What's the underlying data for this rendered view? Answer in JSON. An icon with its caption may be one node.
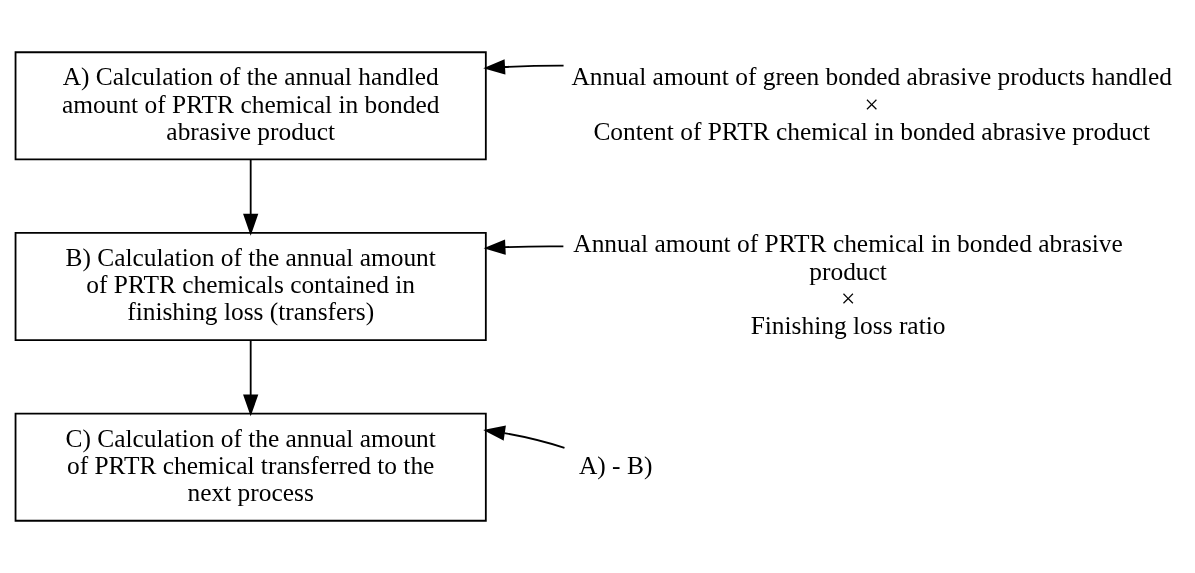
{
  "diagram": {
    "nodes": [
      {
        "text": [
          "A) Calculation of the annual handled amount of PRTR chemical in bonded abrasive product"
        ]
      },
      {
        "text": [
          "B) Calculation of the annual amount of PRTR chemicals contained in finishing loss (transfers)"
        ]
      },
      {
        "text": [
          "C) Calculation of the annual amount of PRTR chemical transferred to the next process"
        ]
      },
      {
        "text": [
          "Annual amount of green bonded abrasive products handled",
          "×",
          "Content of PRTR chemical in bonded abrasive product"
        ]
      },
      {
        "text": [
          "Annual amount of PRTR chemical in bonded abrasive product",
          "×",
          "Finishing loss ratio"
        ]
      },
      {
        "text": [
          "A) - B)"
        ]
      }
    ],
    "edges": [
      {
        "from": 3,
        "to": 0,
        "arrow": "to"
      },
      {
        "from": 0,
        "to": 1,
        "arrow": "to"
      },
      {
        "from": 4,
        "to": 1,
        "arrow": "to"
      },
      {
        "from": 1,
        "to": 2,
        "arrow": "to"
      },
      {
        "from": 5,
        "to": 2,
        "arrow": "to"
      }
    ]
  }
}
